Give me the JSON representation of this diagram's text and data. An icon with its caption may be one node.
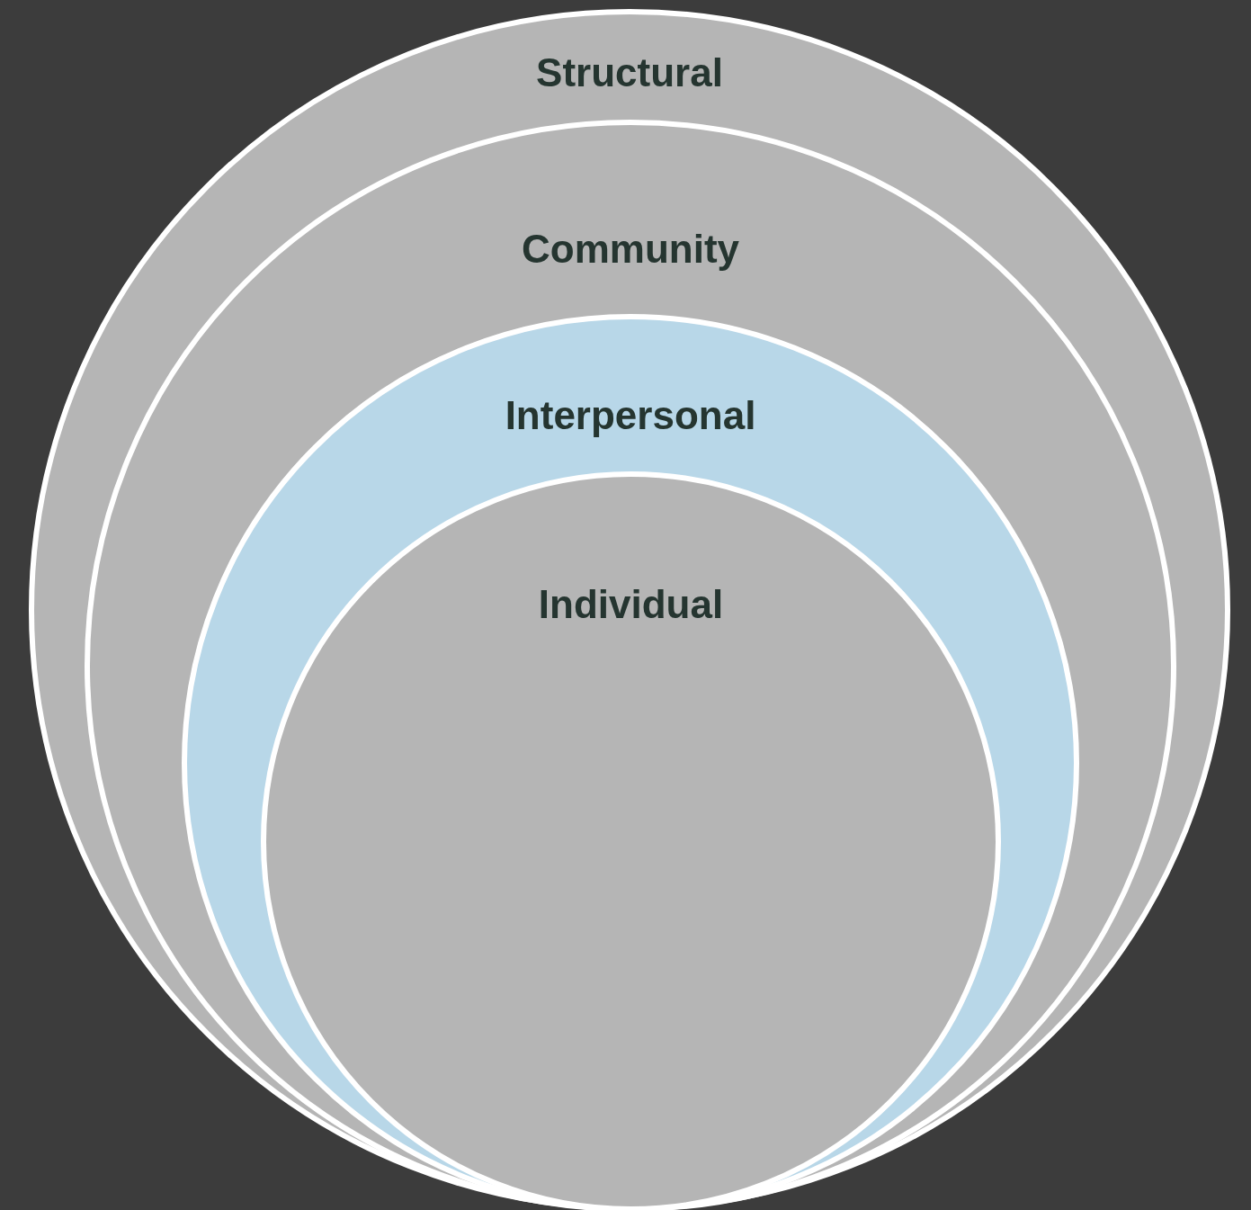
{
  "diagram": {
    "nodes": [
      {
        "text": [
          "Structural"
        ]
      },
      {
        "text": [
          "Community"
        ],
        "in": 0
      },
      {
        "text": [
          "Interpersonal"
        ],
        "in": 1
      },
      {
        "text": [
          "Individual"
        ],
        "in": 2
      }
    ]
  }
}
